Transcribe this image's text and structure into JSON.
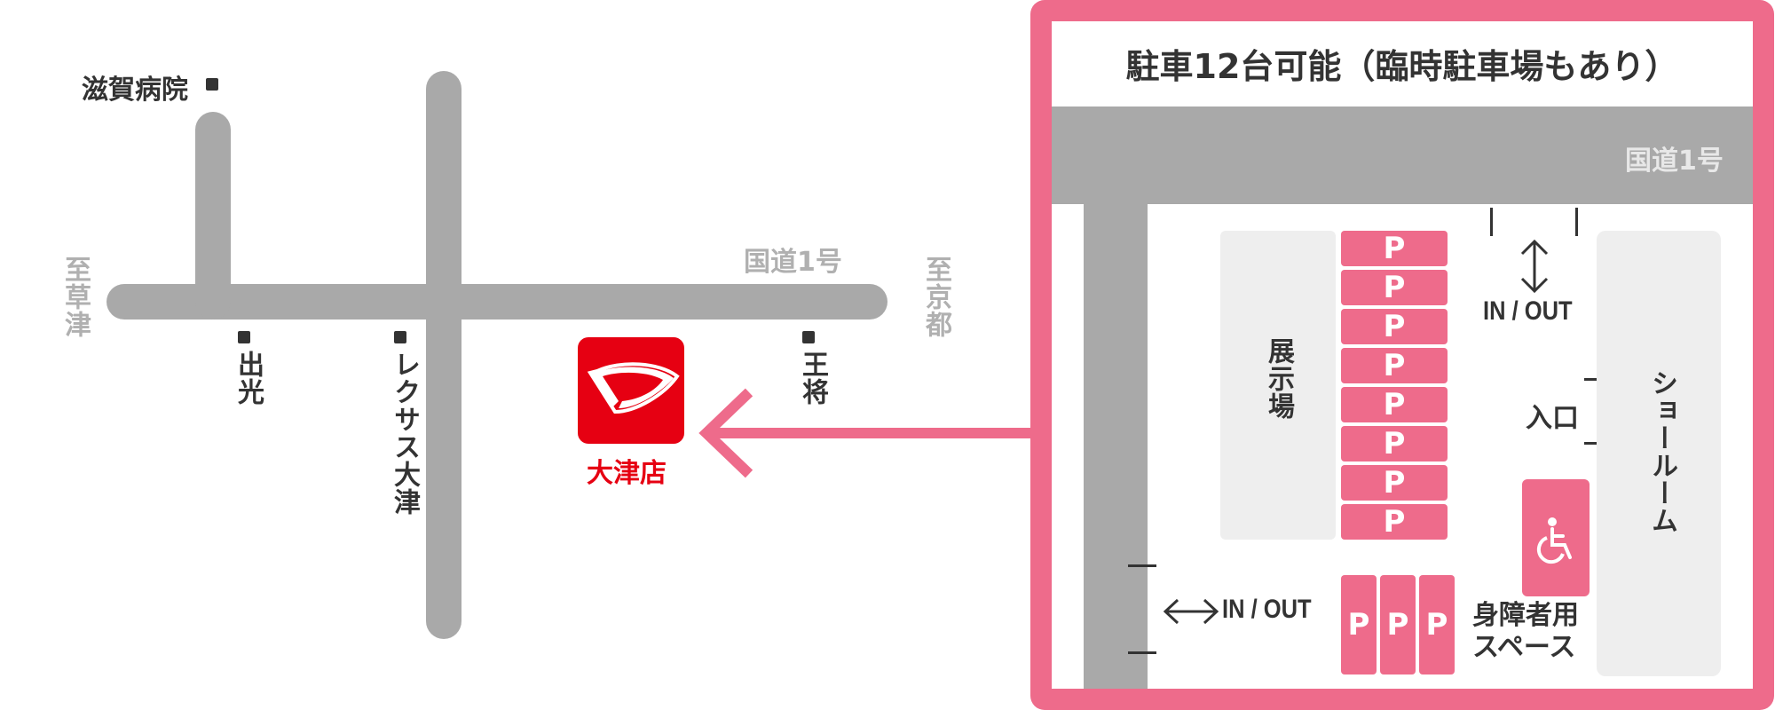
{
  "map": {
    "road_name": "国道1号",
    "dir_west": "至草津",
    "dir_east": "至京都",
    "landmark_hospital": "滋賀病院",
    "landmark_idemitsu": "出光",
    "landmark_lexus": "レクサス大津",
    "landmark_ohsho": "王将",
    "store_label": "大津店"
  },
  "parking": {
    "title": "駐車12台可能（臨時駐車場もあり）",
    "road_name": "国道1号",
    "exhibit_label": "展示場",
    "showroom_label": "ショールーム",
    "entrance_label": "入口",
    "inout_top": "IN / OUT",
    "inout_bottom": "IN / OUT",
    "accessible_label_line1": "身障者用",
    "accessible_label_line2": "スペース",
    "spot_symbol": "P"
  },
  "colors": {
    "accent": "#ee6b8b",
    "brand": "#e60012",
    "road": "#a9a9a9"
  }
}
